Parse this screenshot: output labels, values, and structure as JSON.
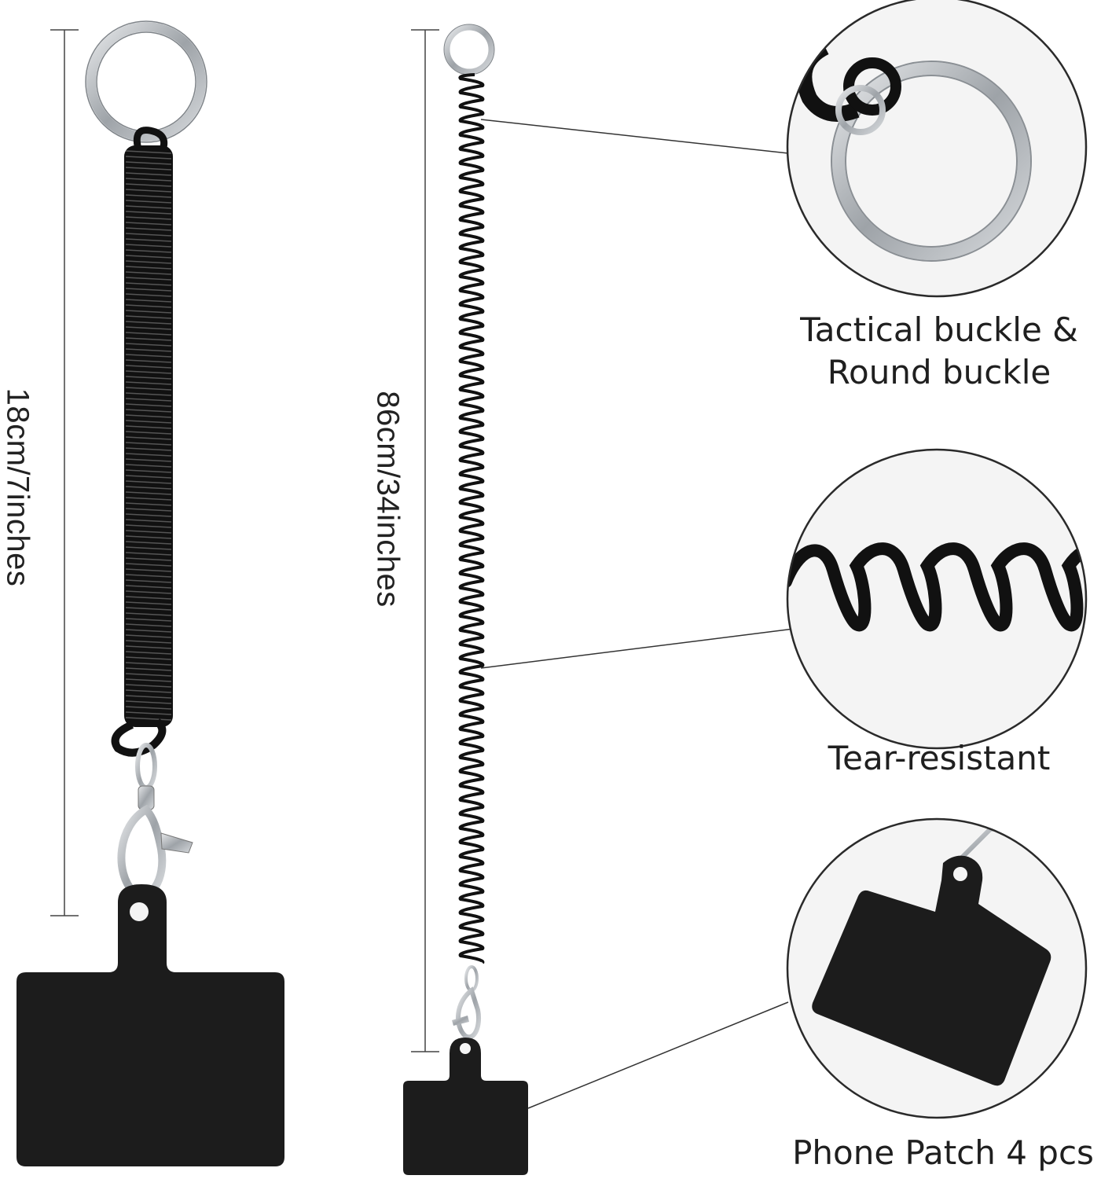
{
  "dimensions": {
    "short_length": "18cm/7inches",
    "long_length": "86cm/34inches"
  },
  "features": [
    {
      "label_line1": "Tactical buckle &",
      "label_line2": "Round buckle",
      "icon": "key-ring-detail-icon"
    },
    {
      "label_line1": "Tear-resistant",
      "icon": "coil-detail-icon"
    },
    {
      "label_line1": "Phone Patch 4 pcs",
      "icon": "phone-patch-detail-icon"
    }
  ],
  "colors": {
    "coil": "#111111",
    "patch": "#1c1c1c",
    "metal": "#b8bcc0",
    "circle_border": "#2a2a2a",
    "circle_fill": "#f4f4f4",
    "lines": "#333333"
  }
}
